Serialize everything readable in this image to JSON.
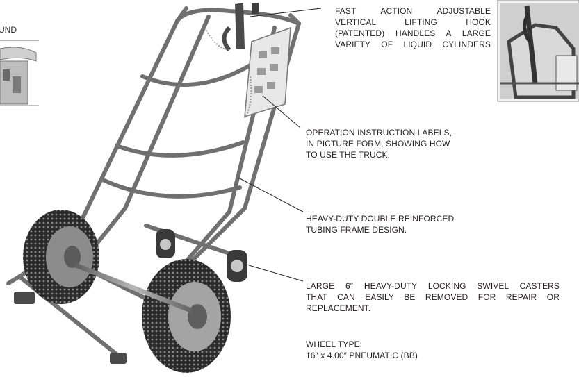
{
  "left_fragment": {
    "label": "UND"
  },
  "callouts": [
    {
      "id": "lifting-hook",
      "lines": [
        "FAST ACTION ADJUSTABLE",
        "VERTICAL LIFTING HOOK",
        "(PATENTED) HANDLES A LARGE",
        "VARIETY OF LIQUID CYLINDERS"
      ]
    },
    {
      "id": "instruction-labels",
      "lines": [
        "OPERATION INSTRUCTION LABELS,",
        "IN PICTURE FORM, SHOWING HOW",
        "TO USE THE TRUCK."
      ]
    },
    {
      "id": "frame-design",
      "lines": [
        "HEAVY-DUTY DOUBLE REINFORCED",
        "TUBING FRAME DESIGN."
      ]
    },
    {
      "id": "swivel-casters",
      "lines": [
        "LARGE 6″ HEAVY-DUTY LOCKING SWIVEL CASTERS",
        "THAT CAN EASILY BE REMOVED FOR REPAIR OR",
        "REPLACEMENT."
      ]
    },
    {
      "id": "wheel-type",
      "lines": [
        "WHEEL TYPE:",
        "16″ x 4.00″ PNEUMATIC (BB)"
      ]
    }
  ],
  "colors": {
    "text": "#231f20",
    "frame": "#6e6e6e",
    "tire": "#2a2a2a",
    "hub": "#9a9a9a"
  }
}
